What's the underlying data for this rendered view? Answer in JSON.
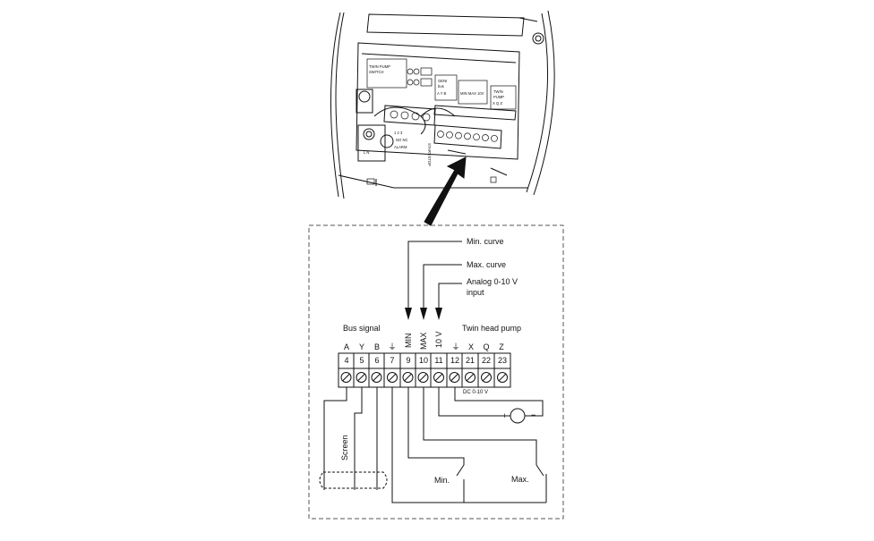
{
  "device": {
    "switch_label_1": "TWIN PUMP",
    "switch_label_2": "SWITCH",
    "geni_label_1": "GENI",
    "geni_label_2": "bus",
    "geni_abc": "A Y B",
    "minmax": "MIN MAX 10V",
    "twin_1": "TWIN",
    "twin_2": "PUMP",
    "twin_xqz": "X Q Z",
    "alarm_nums": "1 2 3",
    "alarm_no": "NO NC",
    "alarm_word": "ALARM",
    "start_stop": "START/STOP",
    "ln": "L N"
  },
  "diagram": {
    "min_curve": "Min. curve",
    "max_curve": "Max. curve",
    "analog_line1": "Analog 0-10 V",
    "analog_line2": "input",
    "bus_signal": "Bus signal",
    "twin_head_pump": "Twin head pump",
    "dc_label": "DC 0-10 V",
    "screen": "Screen",
    "min_switch": "Min.",
    "max_switch": "Max.",
    "plus": "+",
    "minus": "−",
    "letters": [
      "A",
      "Y",
      "B",
      "⏚",
      "MIN",
      "MAX",
      "10 V",
      "⏚",
      "X",
      "Q",
      "Z"
    ],
    "terminals": [
      "4",
      "5",
      "6",
      "7",
      "9",
      "10",
      "11",
      "12",
      "21",
      "22",
      "23"
    ]
  }
}
